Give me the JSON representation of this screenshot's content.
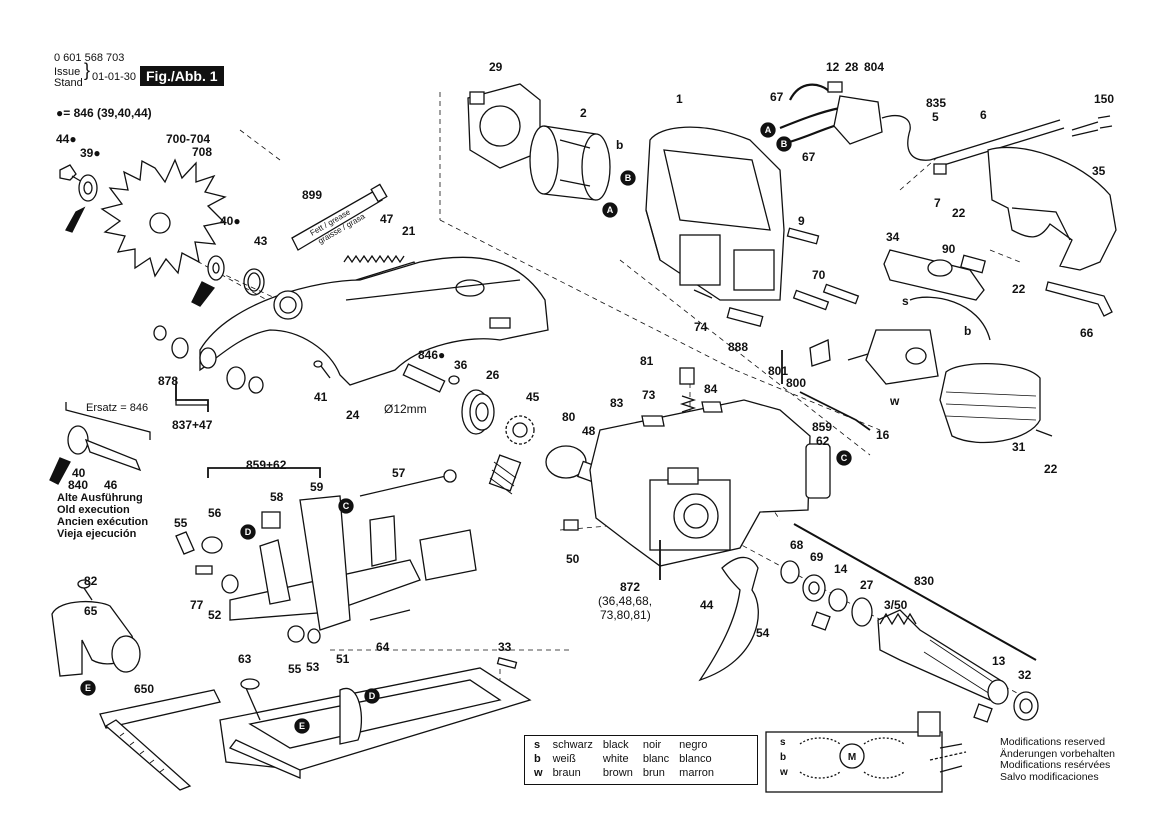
{
  "header": {
    "part_number": "0 601 568 703",
    "issue_label": "Issue",
    "stand_label": "Stand",
    "date": "01-01-30",
    "figure_label": "Fig./Abb. 1",
    "set_note": "●= 846 (39,40,44)"
  },
  "callouts": {
    "c29": "29",
    "c2": "2",
    "c1": "1",
    "c12": "12",
    "c28": "28",
    "c804": "804",
    "c67a": "67",
    "c67b": "67",
    "c835": "835",
    "c5": "5",
    "c6": "6",
    "c150": "150",
    "c44a": "44●",
    "c39": "39●",
    "c700": "700-704",
    "c708": "708",
    "c40a": "40●",
    "c43": "43",
    "c899": "899",
    "c47": "47",
    "c21": "21",
    "c9": "9",
    "c7": "7",
    "c22a": "22",
    "c35": "35",
    "c34": "34",
    "c90": "90",
    "c22b": "22",
    "c22c": "22",
    "c66": "66",
    "c70": "70",
    "c74": "74",
    "c888": "888",
    "cb": "b",
    "cs": "s",
    "cb2": "b",
    "cw": "w",
    "c801": "801",
    "c800": "800",
    "c16": "16",
    "c31": "31",
    "c878": "878",
    "c837": "837+47",
    "c846": "846●",
    "c36": "36",
    "c26": "26",
    "c41": "41",
    "c24": "24",
    "c12mm": "Ø12mm",
    "c45": "45",
    "c81": "81",
    "c73": "73",
    "c84": "84",
    "c83": "83",
    "c80": "80",
    "c48": "48",
    "c859a": "859",
    "c62a": "62",
    "c40b": "40",
    "c840": "840",
    "c46": "46",
    "c859b": "859+62",
    "c57": "57",
    "c58": "58",
    "c59": "59",
    "c56": "56",
    "c55a": "55",
    "c50": "50",
    "c872": "872",
    "c872sub1": "(36,48,68,",
    "c872sub2": "73,80,81)",
    "c68": "68",
    "c69": "69",
    "c14": "14",
    "c27": "27",
    "c830": "830",
    "c350": "3/50",
    "c77": "77",
    "c52": "52",
    "c82": "82",
    "c65": "65",
    "c64": "64",
    "c44b": "44",
    "c54": "54",
    "c63": "63",
    "c51": "51",
    "c33": "33",
    "c55b": "55",
    "c53": "53",
    "c13": "13",
    "c32": "32",
    "c650": "650"
  },
  "notes": {
    "ersatz": "Ersatz = 846",
    "old_lines": [
      "Alte Ausführung",
      "Old execution",
      "Ancien exécution",
      "Vieja ejecución"
    ],
    "grease_tube": "Fett / grease graisse / grasa"
  },
  "markers": {
    "A": "A",
    "B": "B",
    "C": "C",
    "D": "D",
    "E": "E",
    "M": "M"
  },
  "wire_legend": [
    {
      "code": "s",
      "de": "schwarz",
      "en": "black",
      "fr": "noir",
      "es": "negro"
    },
    {
      "code": "b",
      "de": "weiß",
      "en": "white",
      "fr": "blanc",
      "es": "blanco"
    },
    {
      "code": "w",
      "de": "braun",
      "en": "brown",
      "fr": "brun",
      "es": "marron"
    }
  ],
  "modifications": [
    "Modifications reserved",
    "Änderungen vorbehalten",
    "Modifications resérvées",
    "Salvo modificaciones"
  ],
  "colors": {
    "ink": "#111111",
    "paper": "#ffffff",
    "shade": "#d9d9d9"
  }
}
